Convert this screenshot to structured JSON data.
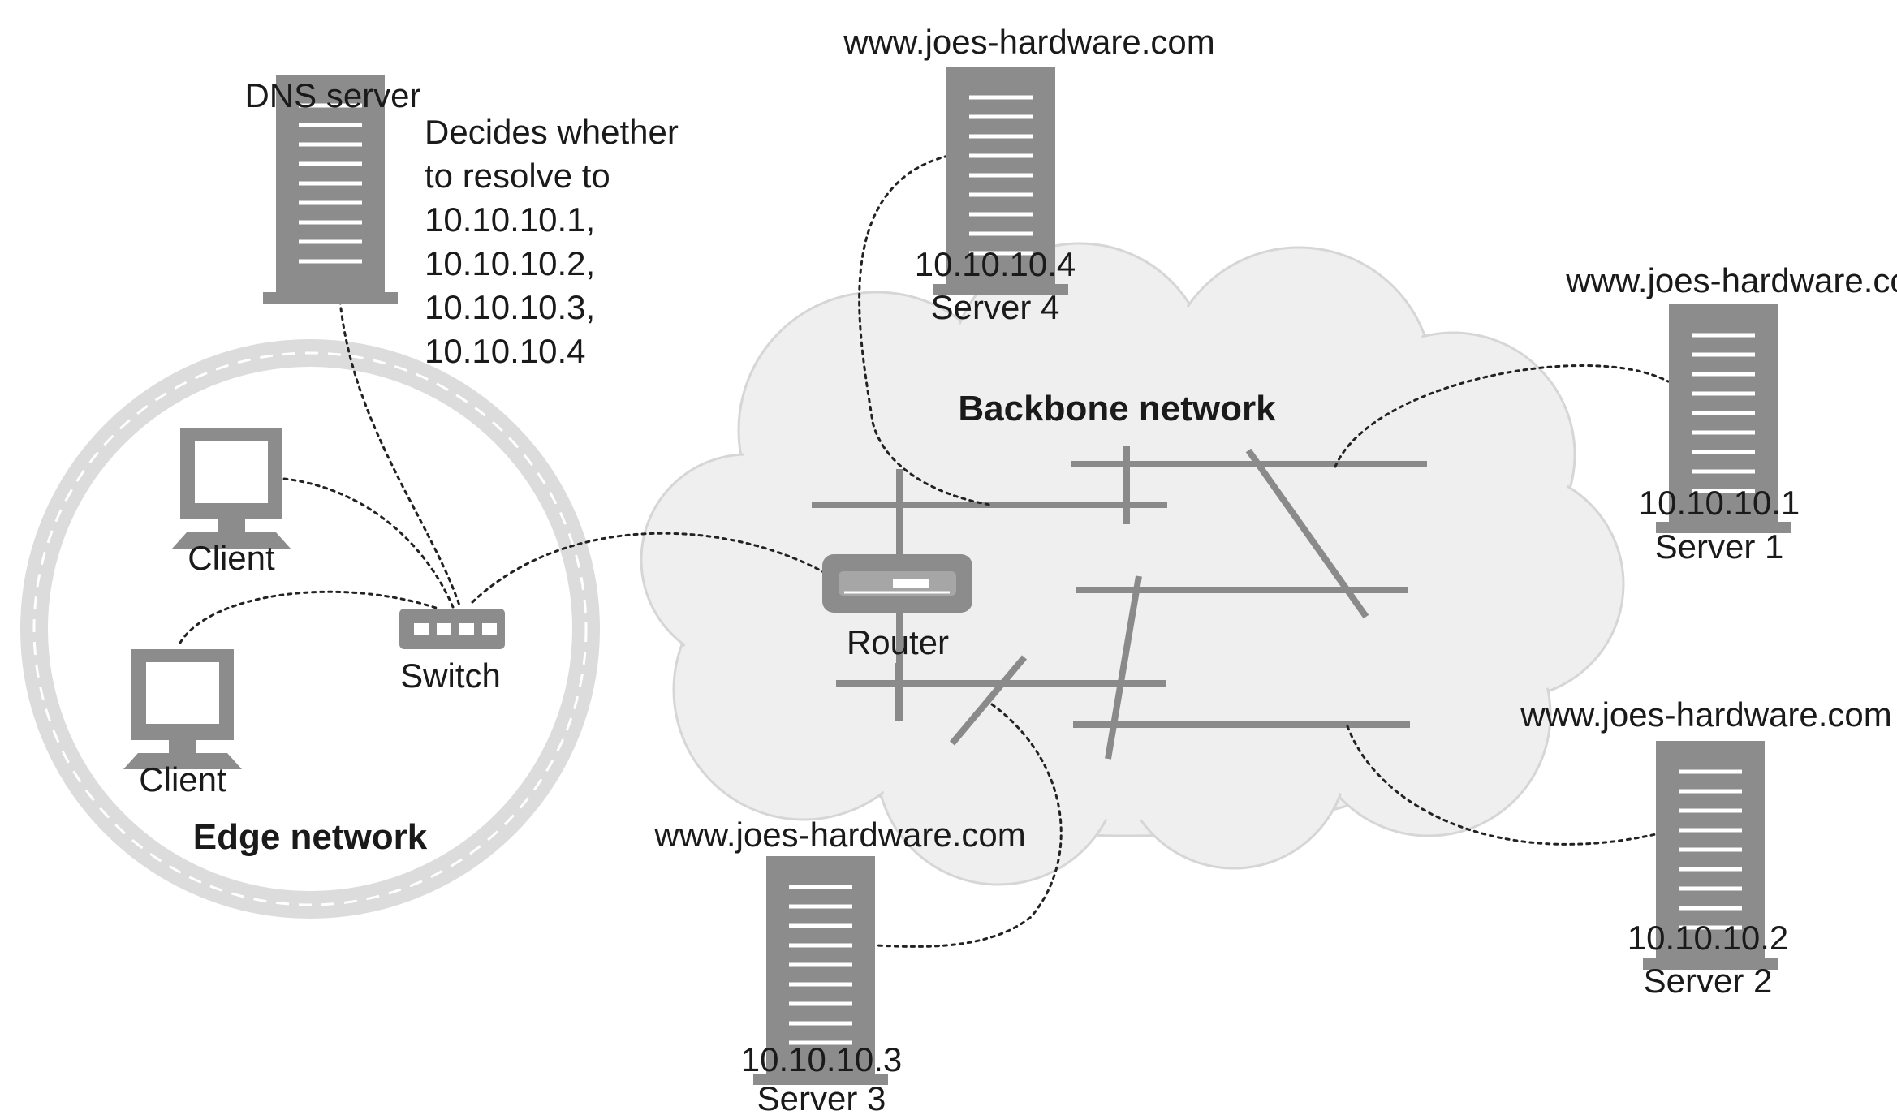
{
  "labels": {
    "dns_server": "DNS server",
    "dns_note": [
      "Decides whether",
      "to resolve to",
      "10.10.10.1,",
      "10.10.10.2,",
      "10.10.10.3,",
      "10.10.10.4"
    ],
    "client_1": "Client",
    "client_2": "Client",
    "switch": "Switch",
    "edge_network": "Edge network",
    "router": "Router",
    "backbone_network": "Backbone network"
  },
  "servers": [
    {
      "host": "www.joes-hardware.com",
      "ip": "10.10.10.4",
      "name": "Server 4"
    },
    {
      "host": "www.joes-hardware.com",
      "ip": "10.10.10.1",
      "name": "Server 1"
    },
    {
      "host": "www.joes-hardware.com",
      "ip": "10.10.10.2",
      "name": "Server 2"
    },
    {
      "host": "www.joes-hardware.com",
      "ip": "10.10.10.3",
      "name": "Server 3"
    }
  ],
  "colors": {
    "device": "#8c8c8c",
    "cloud": "#efefef",
    "ring": "#dcdcdc",
    "line": "#8a8a8a"
  },
  "icons": [
    "server-icon",
    "monitor-icon",
    "switch-icon",
    "router-icon"
  ]
}
